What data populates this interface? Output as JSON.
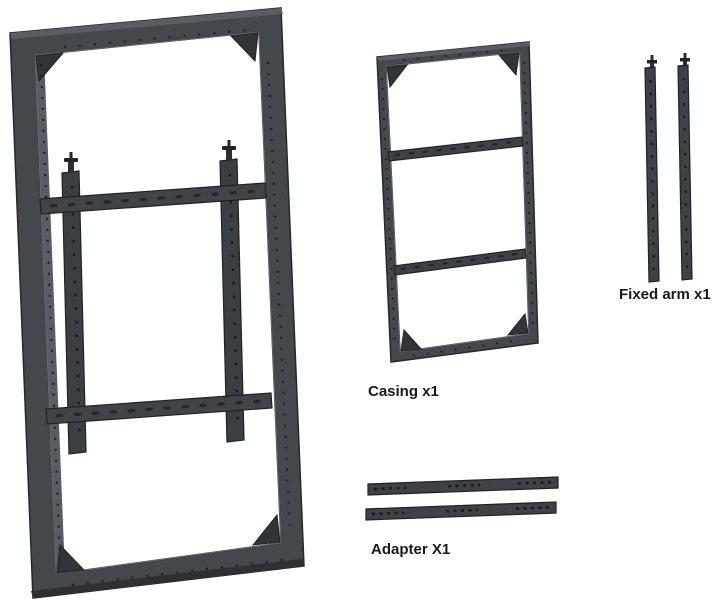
{
  "figure": {
    "type": "product-parts-diagram",
    "labels": {
      "casing": "Casing x1",
      "fixed_arm": "Fixed arm x1",
      "adapter": "Adapter X1"
    },
    "colors": {
      "background": "#ffffff",
      "metal": "#44474c",
      "metal_shadow": "#2d2f33",
      "metal_highlight": "#5a5d63",
      "outline": "#26282b",
      "hole": "#17191b",
      "label_text": "#1a1a1a"
    }
  }
}
